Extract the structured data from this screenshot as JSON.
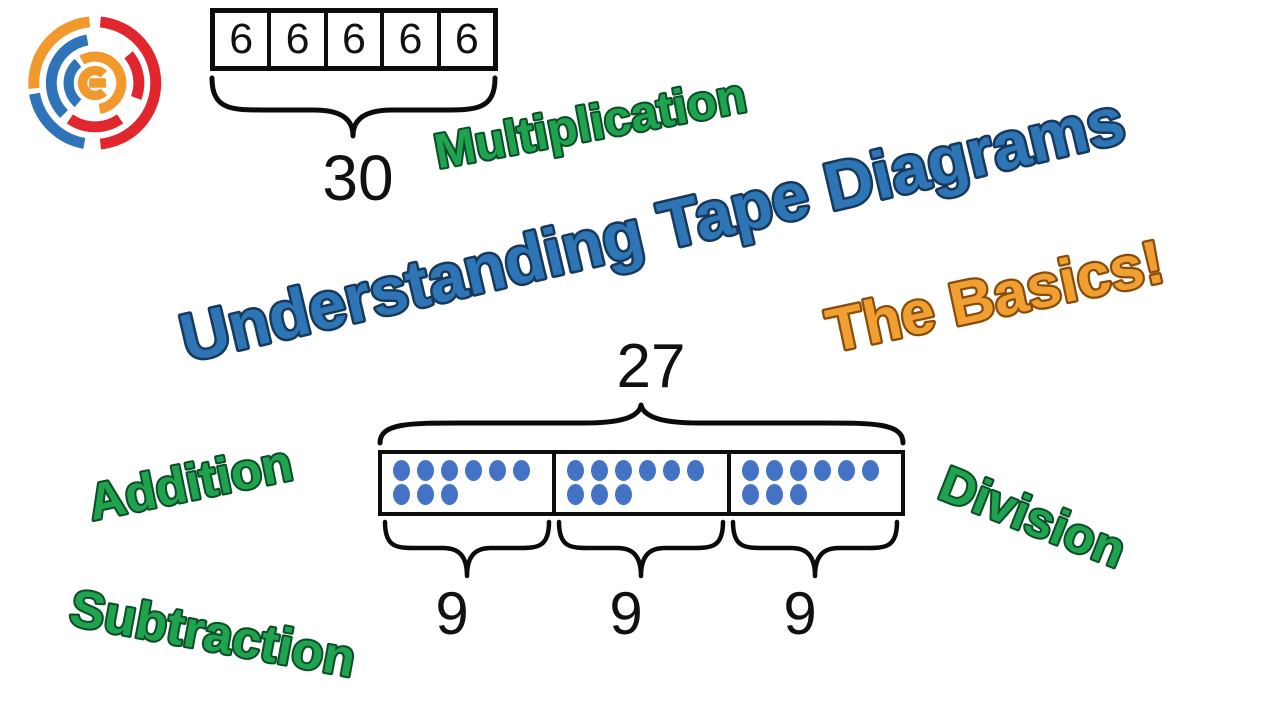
{
  "page": {
    "background": "#ffffff"
  },
  "logo": {
    "name": "circular-maze-brand-logo",
    "colors": {
      "orange": "#F2992E",
      "red": "#E2262E",
      "blue": "#2F74B9"
    }
  },
  "title": {
    "text": "Understanding Tape Diagrams",
    "color": "#2E75B6"
  },
  "subtitle": {
    "text": "The Basics!",
    "color": "#F0A033"
  },
  "operation_labels": [
    {
      "text": "Multiplication",
      "color": "#1FA34F"
    },
    {
      "text": "Addition",
      "color": "#1FA34F"
    },
    {
      "text": "Subtraction",
      "color": "#1FA34F"
    },
    {
      "text": "Division",
      "color": "#1FA34F"
    }
  ],
  "multiplication_diagram": {
    "cells": [
      "6",
      "6",
      "6",
      "6",
      "6"
    ],
    "total_label": "30"
  },
  "division_diagram": {
    "total_label": "27",
    "dot_color": "#4472C4",
    "dots_top_row": 6,
    "parts": [
      {
        "label": "9",
        "dots": 9
      },
      {
        "label": "9",
        "dots": 9
      },
      {
        "label": "9",
        "dots": 9
      }
    ]
  }
}
